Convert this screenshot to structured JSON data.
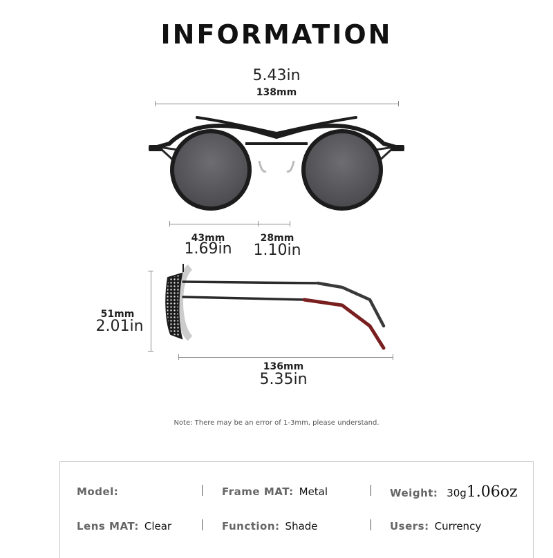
{
  "title": "INFORMATION",
  "dimensions": {
    "total_width": {
      "inches": "5.43in",
      "mm": "138mm"
    },
    "lens_width": {
      "mm": "43mm",
      "inches": "1.69in"
    },
    "bridge_width": {
      "mm": "28mm",
      "inches": "1.10in"
    },
    "lens_height": {
      "mm": "51mm",
      "inches": "2.01in"
    },
    "temple_length": {
      "mm": "136mm",
      "inches": "5.35in"
    }
  },
  "note": "Note: There may be an error of 1-3mm, please understand.",
  "specs": {
    "model": {
      "label": "Model:",
      "value": ""
    },
    "frame_mat": {
      "label": "Frame MAT:",
      "value": "Metal"
    },
    "weight": {
      "label": "Weight:",
      "value_small": "30g",
      "value_big": "1.06oz"
    },
    "lens_mat": {
      "label": "Lens MAT:",
      "value": "Clear"
    },
    "function": {
      "label": "Function:",
      "value": "Shade"
    },
    "users": {
      "label": "Users:",
      "value": "Currency"
    }
  },
  "colors": {
    "frame": "#1c1c1c",
    "lens": "#5a5a5e",
    "temple_tip": "#7a1f1f",
    "guide_line": "#888888"
  }
}
